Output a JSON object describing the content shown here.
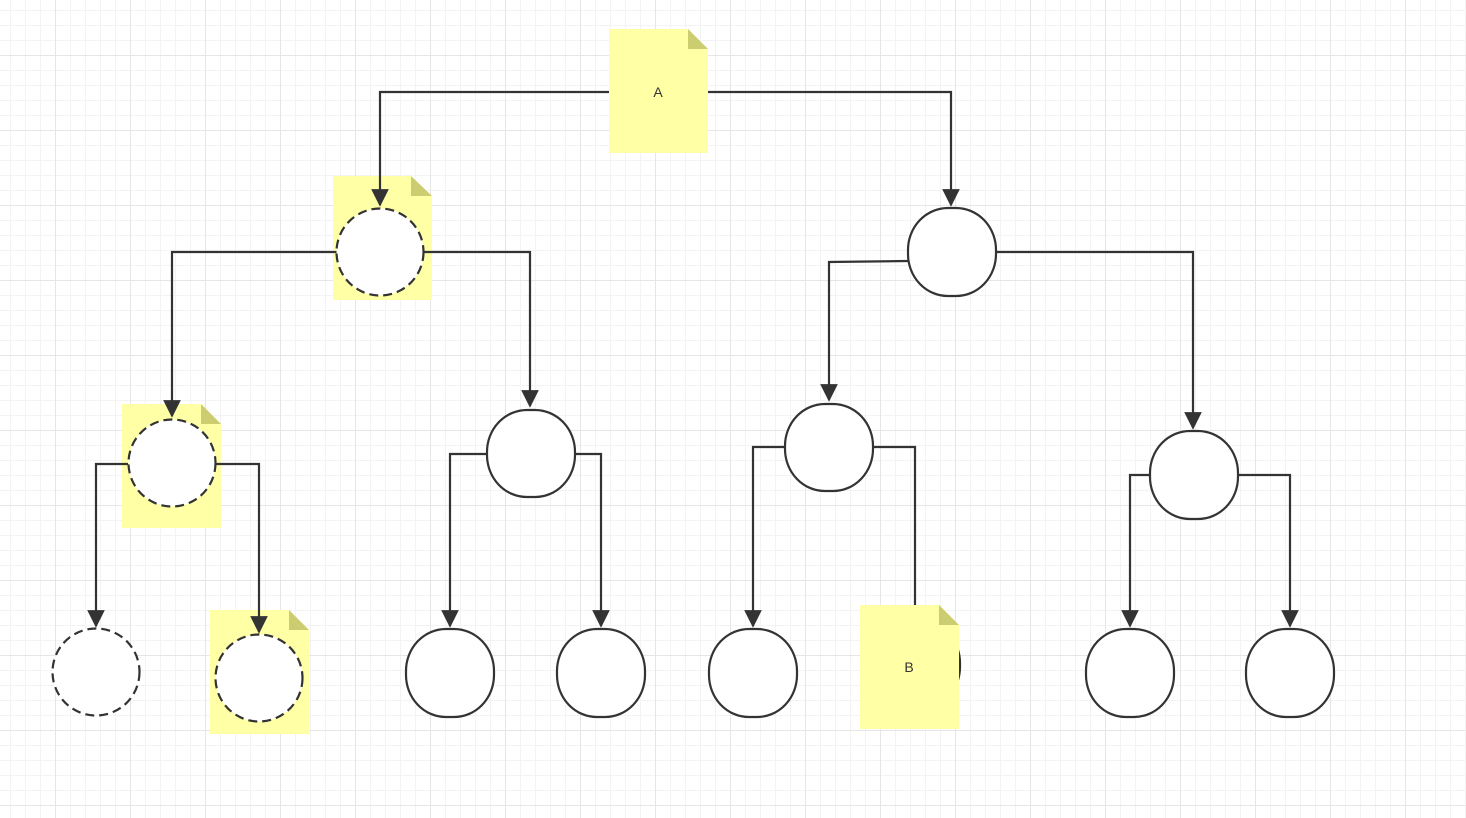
{
  "diagram": {
    "notes": [
      {
        "id": "note-a",
        "label": "A"
      },
      {
        "id": "note-b",
        "label": "B"
      }
    ],
    "colors": {
      "note_fill": "#ffffa6",
      "note_fold": "#cccc70",
      "stroke": "#333333",
      "node_fill": "#ffffff",
      "grid": "#e6e6e6"
    }
  }
}
